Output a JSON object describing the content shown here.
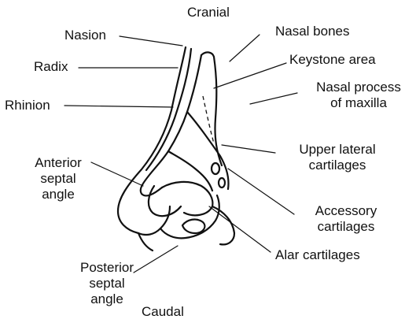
{
  "labels": {
    "cranial": "Cranial",
    "nasion": "Nasion",
    "nasal_bones": "Nasal bones",
    "radix": "Radix",
    "keystone_area": "Keystone area",
    "nasal_process_line1": "Nasal process",
    "nasal_process_line2": "of maxilla",
    "rhinion": "Rhinion",
    "upper_lateral_line1": "Upper lateral",
    "upper_lateral_line2": "cartilages",
    "anterior_septal_line1": "Anterior",
    "anterior_septal_line2": "septal",
    "anterior_septal_line3": "angle",
    "accessory_line1": "Accessory",
    "accessory_line2": "cartilages",
    "alar_cartilages": "Alar cartilages",
    "posterior_septal_line1": "Posterior",
    "posterior_septal_line2": "septal",
    "posterior_septal_line3": "angle",
    "caudal": "Caudal"
  }
}
